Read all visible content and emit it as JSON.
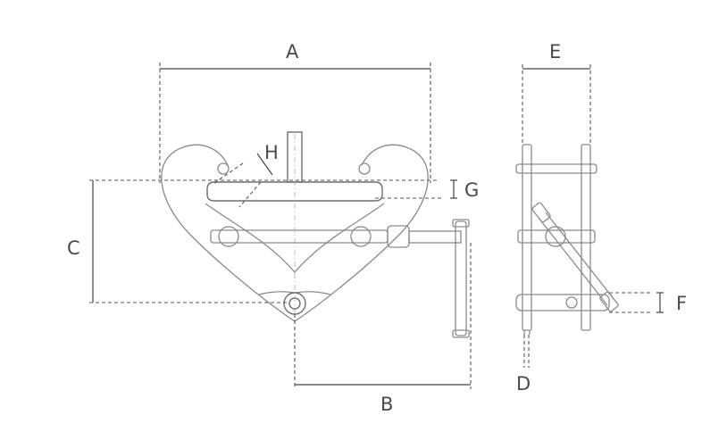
{
  "dimension_labels": {
    "a": "A",
    "b": "B",
    "c": "C",
    "d": "D",
    "e": "E",
    "f": "F",
    "g": "G",
    "h": "H"
  },
  "colors": {
    "line": "#8a8a8a",
    "dimension": "#444444",
    "label": "#4a4a4a",
    "hatch": "#7a7a7a"
  }
}
